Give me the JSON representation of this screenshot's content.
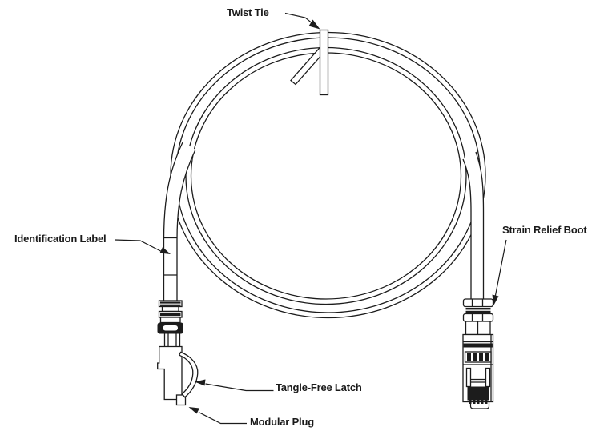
{
  "figure": {
    "background": "#ffffff",
    "line_color": "#1c1c1c",
    "text_color": "#1a1a1a"
  },
  "callouts": {
    "twist_tie": "Twist Tie",
    "identification_label": "Identification Label",
    "strain_relief_boot": "Strain Relief Boot",
    "tangle_free_latch": "Tangle-Free Latch",
    "modular_plug": "Modular Plug"
  }
}
